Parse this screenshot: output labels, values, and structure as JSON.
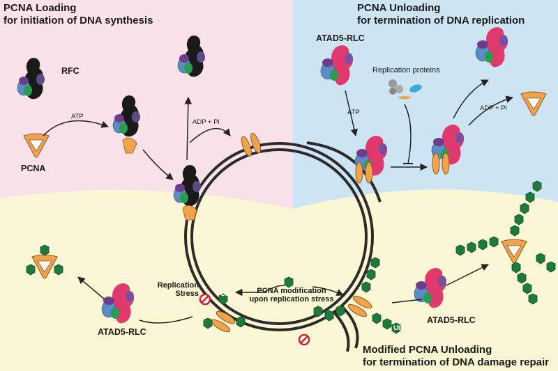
{
  "panels": {
    "loading": {
      "title_line1": "PCNA Loading",
      "title_line2": "for initiation of DNA synthesis"
    },
    "unloading": {
      "title_line1": "PCNA Unloading",
      "title_line2": "for termination of DNA replication"
    },
    "modified": {
      "title_line1": "Modified PCNA Unloading",
      "title_line2": "for termination of DNA damage repair"
    }
  },
  "labels": {
    "rfc": "RFC",
    "pcna": "PCNA",
    "atp_loading": "ATP",
    "adp_pi_loading": "ADP + Pi",
    "atad5_top": "ATAD5-RLC",
    "replication_proteins": "Replication proteins",
    "atp_unloading": "ATP",
    "adp_pi_unloading": "ADP + Pi",
    "replication_stress_line1": "Replication",
    "replication_stress_line2": "Stress",
    "pcna_modification_line1": "PCNA modification",
    "pcna_modification_line2": "upon replication stress",
    "atad5_bottom_left": "ATAD5-RLC",
    "atad5_bottom_right": "ATAD5-RLC",
    "ub_1": "Ub",
    "ub_2": "Ub"
  },
  "colors": {
    "loading_bg": "#f9e1ea",
    "unloading_bg": "#cde4f3",
    "modified_bg": "#fbf6d4",
    "pcna_orange": "#f0a24c",
    "ubiquitin_green": "#1c7a3c",
    "dna": "#2b2b2b",
    "stop_red": "#d4202a"
  },
  "icons": [
    "rfc-complex-icon",
    "atad5-rlc-complex-icon",
    "pcna-ring-icon",
    "ubiquitin-icon",
    "inhibit-sign-icon",
    "replication-proteins-icon"
  ]
}
